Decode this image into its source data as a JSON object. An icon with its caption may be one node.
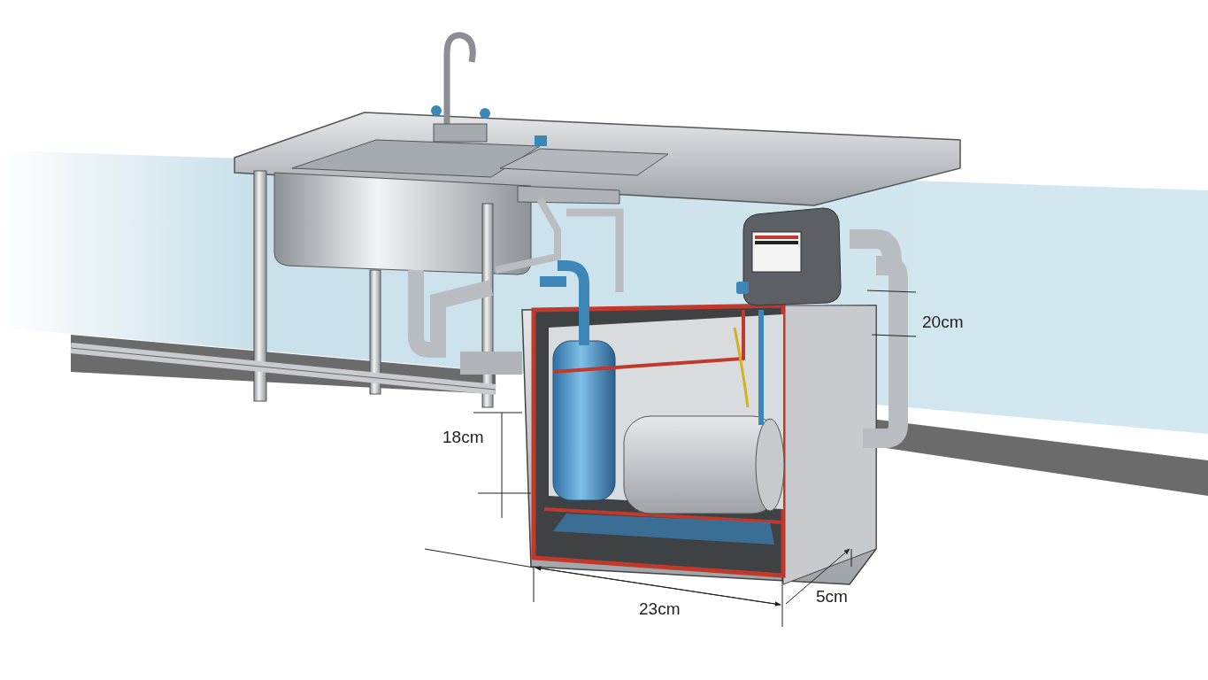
{
  "diagram": {
    "labels": [
      "20cm",
      "18cm",
      "23cm",
      "5cm"
    ]
  }
}
